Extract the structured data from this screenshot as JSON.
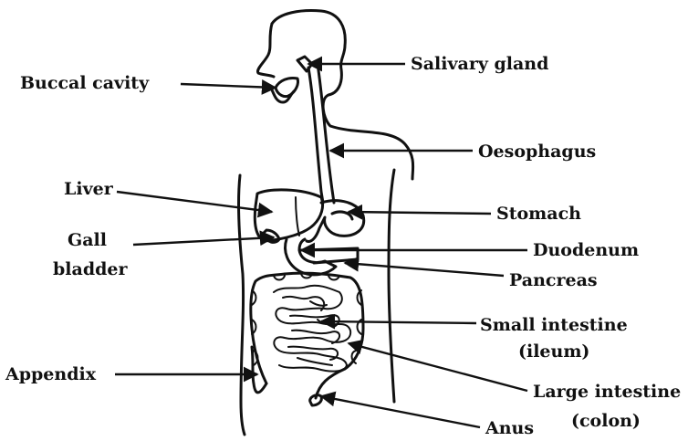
{
  "labels": {
    "buccal_cavity": "Buccal cavity",
    "salivary_gland": "Salivary gland",
    "oesophagus": "Oesophagus",
    "liver": "Liver",
    "stomach": "Stomach",
    "gall_bladder_1": "Gall",
    "gall_bladder_2": "bladder",
    "duodenum": "Duodenum",
    "pancreas": "Pancreas",
    "small_intestine_1": "Small intestine",
    "small_intestine_2": "(ileum)",
    "appendix": "Appendix",
    "large_intestine_1": "Large intestine",
    "large_intestine_2": "(colon)",
    "anus": "Anus"
  }
}
